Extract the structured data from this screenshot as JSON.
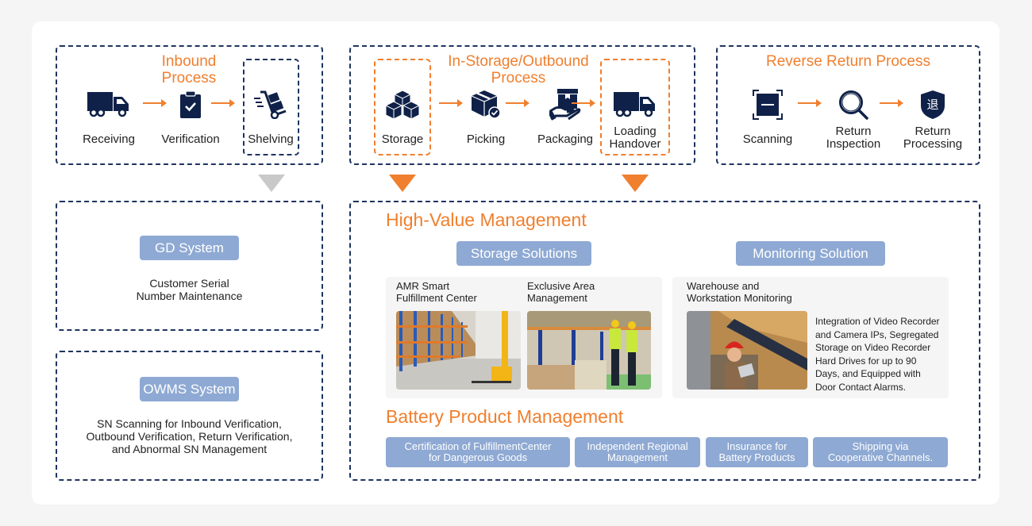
{
  "colors": {
    "accent": "#f07f2e",
    "navy": "#1e3460",
    "pill": "#8ea9d3",
    "gray_arrow": "#c9c9c9"
  },
  "inbound": {
    "title_line1": "Inbound",
    "title_line2": "Process",
    "steps": [
      {
        "label": "Receiving",
        "icon": "truck-icon"
      },
      {
        "label": "Verification",
        "icon": "clipboard-check-icon"
      },
      {
        "label": "Shelving",
        "icon": "hand-truck-icon"
      }
    ]
  },
  "outbound": {
    "title_line1": "In-Storage/Outbound",
    "title_line2": "Process",
    "steps": [
      {
        "label": "Storage",
        "icon": "boxes-icon"
      },
      {
        "label": "Picking",
        "icon": "box-check-icon"
      },
      {
        "label": "Packaging",
        "icon": "hand-box-icon"
      },
      {
        "label_line1": "Loading",
        "label_line2": "Handover",
        "icon": "truck-icon"
      }
    ]
  },
  "reverse": {
    "title": "Reverse Return Process",
    "steps": [
      {
        "label": "Scanning",
        "icon": "scan-icon"
      },
      {
        "label_line1": "Return",
        "label_line2": "Inspection",
        "icon": "magnifier-icon"
      },
      {
        "label_line1": "Return",
        "label_line2": "Processing",
        "icon": "shield-return-icon",
        "glyph": "退"
      }
    ]
  },
  "gd_system": {
    "label": "GD System",
    "desc_line1": "Customer Serial",
    "desc_line2": "Number Maintenance"
  },
  "owms_system": {
    "label": "OWMS System",
    "desc_line1": "SN Scanning for Inbound Verification,",
    "desc_line2": "Outbound Verification, Return Verification,",
    "desc_line3": "and Abnormal SN Management"
  },
  "high_value": {
    "title": "High-Value Management",
    "storage": {
      "label": "Storage Solutions",
      "items": [
        {
          "line1": "AMR Smart",
          "line2": "Fulfillment Center",
          "image": "warehouse-racks-photo"
        },
        {
          "line1": "Exclusive Area",
          "line2": "Management",
          "image": "workers-inspection-photo"
        }
      ]
    },
    "monitoring": {
      "label": "Monitoring Solution",
      "item_line1": "Warehouse and",
      "item_line2": "Workstation Monitoring",
      "image": "worker-tablet-photo",
      "text_lines": [
        "Integration of Video Recorder",
        "and Camera IPs, Segregated",
        "Storage on Video Recorder",
        "Hard Drives for up to 90",
        "Days, and Equipped with",
        "Door Contact Alarms."
      ]
    }
  },
  "battery": {
    "title": "Battery Product Management",
    "items": [
      {
        "line1": "Certification of FulfillmentCenter",
        "line2": "for Dangerous Goods"
      },
      {
        "line1": "Independent Regional",
        "line2": "Management"
      },
      {
        "line1": "Insurance for",
        "line2": "Battery Products"
      },
      {
        "line1": "Shipping via",
        "line2": "Cooperative Channels."
      }
    ]
  }
}
